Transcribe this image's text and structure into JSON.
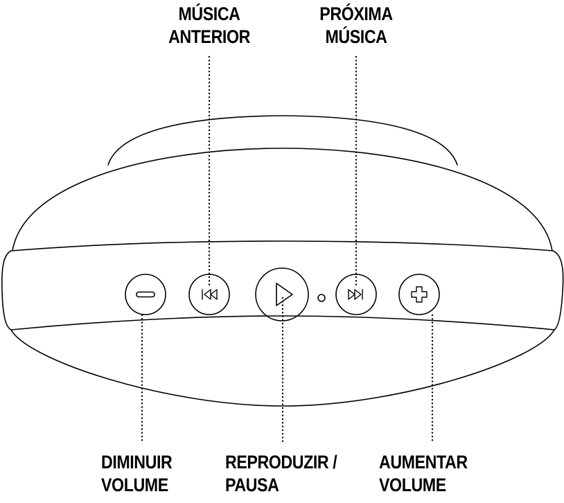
{
  "labels": {
    "previous": {
      "line1": "MÚSICA",
      "line2": "ANTERIOR"
    },
    "next": {
      "line1": "PRÓXIMA",
      "line2": "MÚSICA"
    },
    "volume_down": {
      "line1": "DIMINUIR",
      "line2": "VOLUME"
    },
    "play_pause": {
      "line1": "REPRODUZIR /",
      "line2": "PAUSA"
    },
    "volume_up": {
      "line1": "AUMENTAR",
      "line2": "VOLUME"
    }
  },
  "buttons": [
    "minus-icon",
    "previous-track-icon",
    "play-icon",
    "status-led",
    "next-track-icon",
    "plus-icon"
  ],
  "colors": {
    "line": "#000000",
    "background": "#ffffff"
  }
}
